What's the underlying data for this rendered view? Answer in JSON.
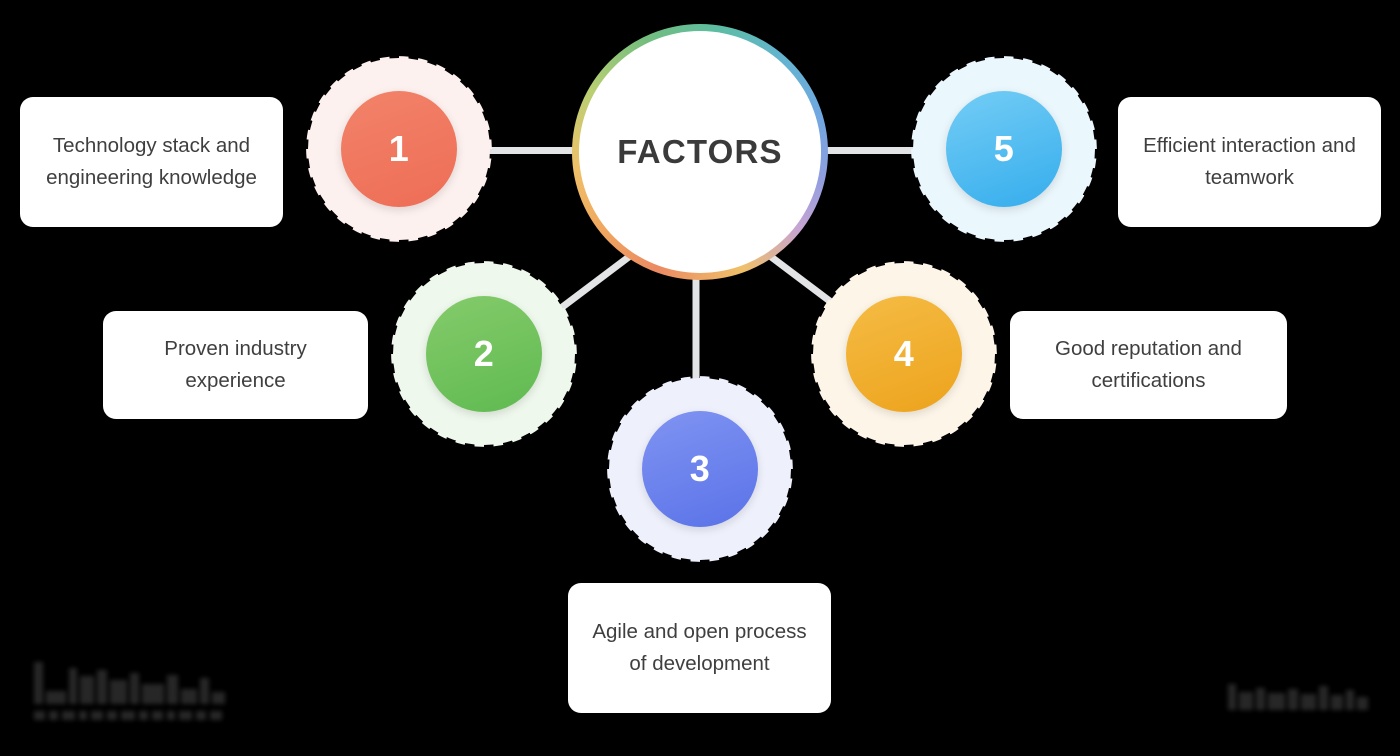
{
  "background_color": "#000000",
  "center": {
    "label": "FACTORS",
    "ring_colors": [
      "#eb8a63",
      "#efc069",
      "#74bd7e",
      "#5dbda2",
      "#63b4cf",
      "#8f9ee0",
      "#c7a4d2"
    ],
    "inner_color": "#ffffff",
    "text_color": "#3a3a3a"
  },
  "nodes": [
    {
      "number": "1",
      "color": "#ee6d55",
      "color_end": "#f2836a",
      "halo_color": "#fdf1ef",
      "card_text": "Technology stack and engineering knowledge"
    },
    {
      "number": "2",
      "color": "#63bb54",
      "color_end": "#85cb6b",
      "halo_color": "#eff8ec",
      "card_text": "Proven industry experience"
    },
    {
      "number": "3",
      "color": "#6079ea",
      "color_end": "#8094f2",
      "halo_color": "#eef1fc",
      "card_text": "Agile and open process of development"
    },
    {
      "number": "4",
      "color": "#f0a928",
      "color_end": "#f5bc45",
      "halo_color": "#fdf6e8",
      "card_text": "Good reputation and certifications"
    },
    {
      "number": "5",
      "color": "#3ab6ef",
      "color_end": "#74cdf5",
      "halo_color": "#eaf7fd",
      "card_text": "Efficient interaction and teamwork"
    }
  ],
  "connectors": {
    "color": "#e3e4e6",
    "count": 5
  },
  "watermarks": {
    "left": "logo-watermark-obscured",
    "right": "logo-watermark-obscured"
  }
}
